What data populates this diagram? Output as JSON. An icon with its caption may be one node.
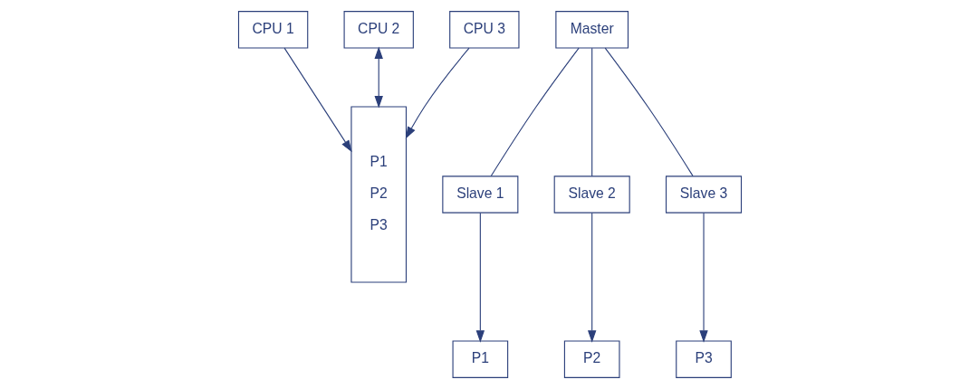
{
  "diagram": {
    "nodes": [
      {
        "text": [
          "CPU 1"
        ]
      },
      {
        "text": [
          "CPU 2"
        ]
      },
      {
        "text": [
          "CPU 3"
        ]
      },
      {
        "text": [
          "P1",
          "P2",
          "P3"
        ]
      },
      {
        "text": [
          "Master"
        ]
      },
      {
        "text": [
          "Slave 1"
        ]
      },
      {
        "text": [
          "Slave 2"
        ]
      },
      {
        "text": [
          "Slave 3"
        ]
      },
      {
        "text": [
          "P1"
        ]
      },
      {
        "text": [
          "P2"
        ]
      },
      {
        "text": [
          "P3"
        ]
      }
    ],
    "edges": [
      {
        "from": 0,
        "to": 3,
        "arrow": "to"
      },
      {
        "from": 1,
        "to": 3,
        "arrow": "both"
      },
      {
        "from": 2,
        "to": 3,
        "arrow": "to"
      },
      {
        "from": 4,
        "to": 5,
        "arrow": "none"
      },
      {
        "from": 4,
        "to": 6,
        "arrow": "none"
      },
      {
        "from": 4,
        "to": 7,
        "arrow": "none"
      },
      {
        "from": 5,
        "to": 8,
        "arrow": "to"
      },
      {
        "from": 6,
        "to": 9,
        "arrow": "to"
      },
      {
        "from": 7,
        "to": 10,
        "arrow": "to"
      }
    ]
  }
}
